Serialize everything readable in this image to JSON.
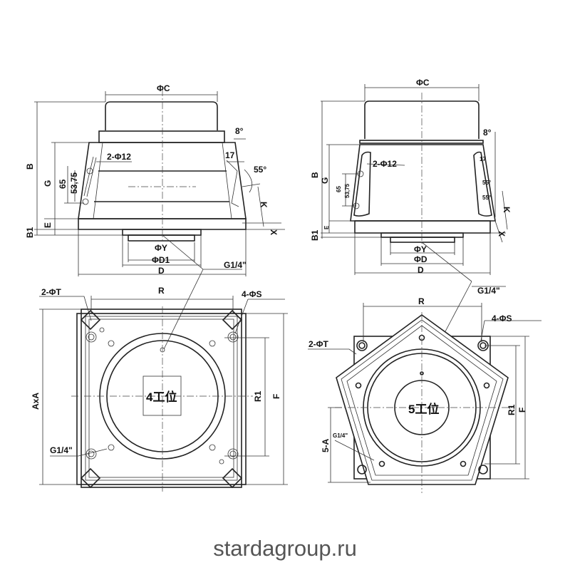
{
  "side_view_4": {
    "phi_c": "ΦC",
    "b": "B",
    "g": "G",
    "e": "E",
    "b1": "B1",
    "holes": "2-Φ12",
    "dim_65": "65",
    "dim_5375": "53,75",
    "angle_8": "8°",
    "dim_17": "17",
    "angle_55": "55°",
    "k": "K",
    "x": "X",
    "phi_y": "ΦY",
    "phi_d1": "ΦD1",
    "d": "D",
    "port": "G1/4\""
  },
  "side_view_5": {
    "phi_c": "ΦC",
    "b": "B",
    "g": "G",
    "e": "E",
    "b1": "B1",
    "holes": "2-Φ12",
    "dim_65": "65",
    "dim_5375": "53,75",
    "angle_8": "8°",
    "dim_17": "17",
    "angle_55a": "55°",
    "angle_55b": "55°",
    "k": "K",
    "x": "X",
    "phi_y": "ΦY",
    "phi_d": "ΦD",
    "d": "D",
    "port": "G1/4\""
  },
  "top_view_4": {
    "t_holes": "2-ΦT",
    "r": "R",
    "s_holes": "4-ΦS",
    "axa": "AxA",
    "r1": "R1",
    "f": "F",
    "port": "G1/4\"",
    "station_label": "4工位"
  },
  "top_view_5": {
    "r": "R",
    "s_holes": "4-ΦS",
    "t_holes": "2-ΦT",
    "r1": "R1",
    "f": "F",
    "five_a": "5-A",
    "port": "G1/4\"",
    "station_label": "5工位"
  },
  "footer": {
    "website": "stardagroup.ru"
  }
}
